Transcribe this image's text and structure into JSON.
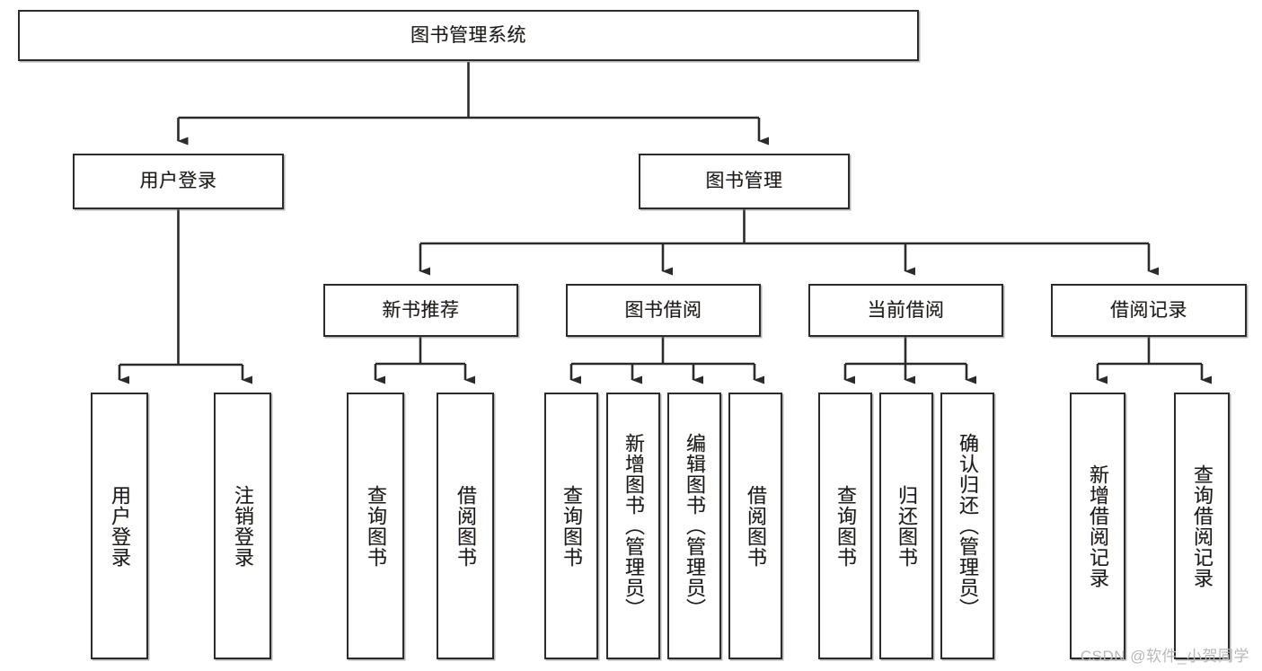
{
  "diagram": {
    "title": "图书管理系统",
    "type": "tree-hierarchy-diagram",
    "colors": {
      "box_border": "#2b2b2b",
      "box_fill": "#ffffff",
      "connector": "#2b2b2b",
      "text": "#1b1b1b",
      "watermark": "#b8b8b8",
      "background": "#ffffff"
    },
    "root": {
      "label": "图书管理系统"
    },
    "level2": [
      {
        "label": "用户登录"
      },
      {
        "label": "图书管理"
      }
    ],
    "level3": [
      {
        "label": "新书推荐"
      },
      {
        "label": "图书借阅"
      },
      {
        "label": "当前借阅"
      },
      {
        "label": "借阅记录"
      }
    ],
    "leaves": {
      "user_login": [
        {
          "label": "用户登录"
        },
        {
          "label": "注销登录"
        }
      ],
      "new_book_recommend": [
        {
          "label": "查询图书"
        },
        {
          "label": "借阅图书"
        }
      ],
      "book_borrow": [
        {
          "label": "查询图书"
        },
        {
          "label": "新增图书（管理员）"
        },
        {
          "label": "编辑图书（管理员）"
        },
        {
          "label": "借阅图书"
        }
      ],
      "current_borrow": [
        {
          "label": "查询图书"
        },
        {
          "label": "归还图书"
        },
        {
          "label": "确认归还（管理员）"
        }
      ],
      "borrow_record": [
        {
          "label": "新增借阅记录"
        },
        {
          "label": "查询借阅记录"
        }
      ]
    }
  },
  "watermark": {
    "text": "CSDN @软件_小贺同学"
  }
}
